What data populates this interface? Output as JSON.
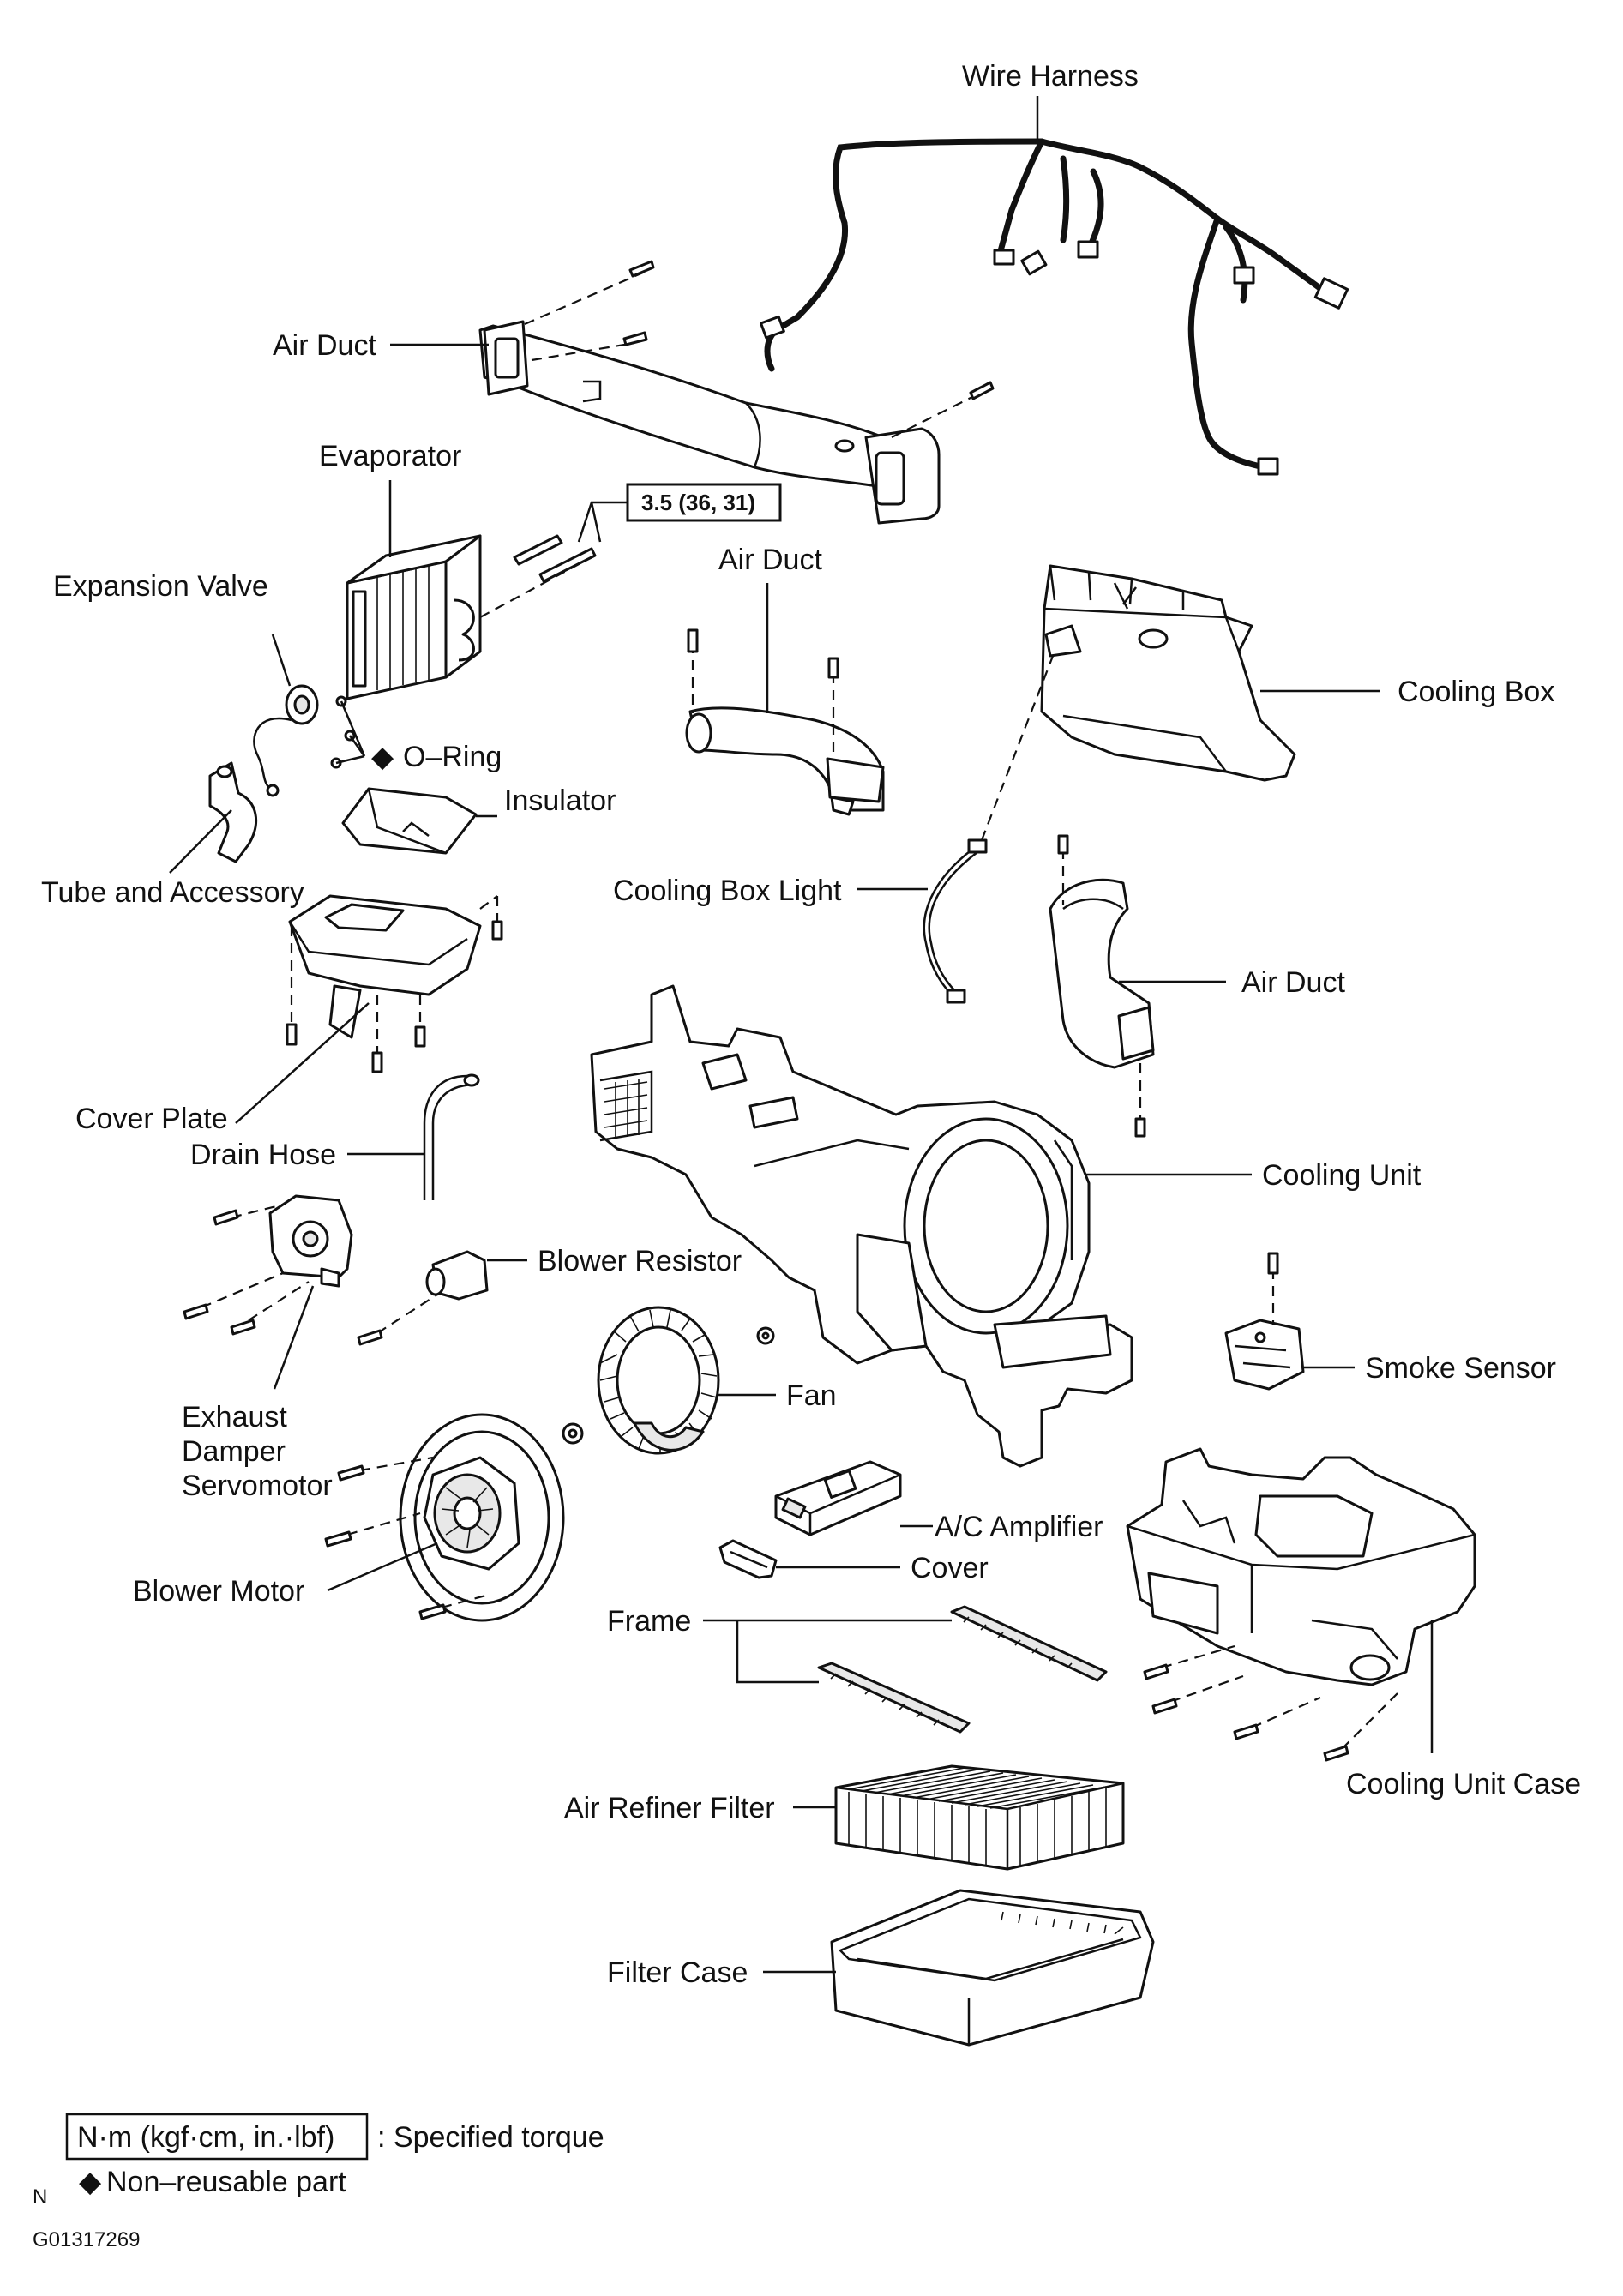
{
  "labels": {
    "wire_harness": "Wire Harness",
    "air_duct_1": "Air Duct",
    "evaporator": "Evaporator",
    "torque_value": "3.5 (36, 31)",
    "expansion_valve": "Expansion Valve",
    "o_ring": "O–Ring",
    "insulator": "Insulator",
    "tube_and_accessory": "Tube and Accessory",
    "air_duct_2": "Air Duct",
    "cooling_box": "Cooling Box",
    "cooling_box_light": "Cooling Box Light",
    "air_duct_3": "Air Duct",
    "cover_plate": "Cover Plate",
    "drain_hose": "Drain Hose",
    "cooling_unit": "Cooling Unit",
    "blower_resistor": "Blower Resistor",
    "exhaust_damper_1": "Exhaust",
    "exhaust_damper_2": "Damper",
    "exhaust_damper_3": "Servomotor",
    "fan": "Fan",
    "smoke_sensor": "Smoke Sensor",
    "ac_amplifier": "A/C Amplifier",
    "blower_motor": "Blower Motor",
    "cover": "Cover",
    "frame": "Frame",
    "cooling_unit_case": "Cooling Unit Case",
    "air_refiner_filter": "Air Refiner Filter",
    "filter_case": "Filter Case"
  },
  "legend": {
    "torque_units": "N·m (kgf·cm, in.·lbf)",
    "torque_desc": ": Specified torque",
    "nonreusable_symbol": "◆",
    "nonreusable_desc": "Non–reusable part",
    "o_ring_symbol": "◆"
  },
  "footer": {
    "letter": "N",
    "code": "G01317269"
  }
}
